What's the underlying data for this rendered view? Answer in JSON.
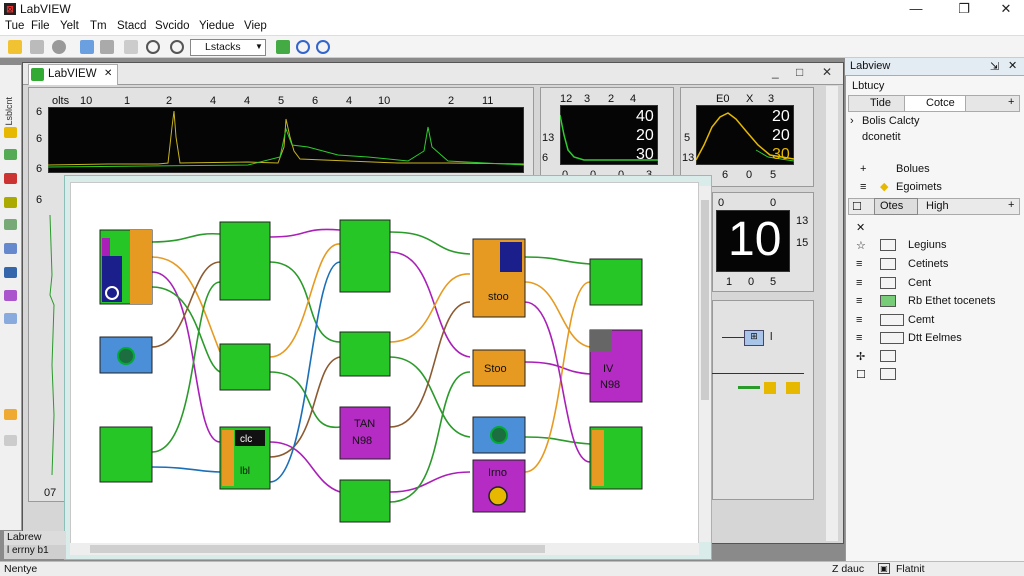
{
  "window": {
    "title": "LabVIEW",
    "minimize": "—",
    "maximize": "❐",
    "close": "✕"
  },
  "menu": [
    "Tue",
    "File",
    "Yelt",
    "Tm",
    "Stacd",
    "Svcido",
    "Yiedue",
    "Viep"
  ],
  "toolbar": {
    "dropdown_value": "Lstacks"
  },
  "vi": {
    "tab_label": "LabVIEW",
    "tab_close": "✕",
    "ctl_min": "_",
    "ctl_max": "□",
    "ctl_close": "✕"
  },
  "lefttools": {
    "label": "Lsblcnt"
  },
  "chart_main": {
    "top_labels": [
      "olts",
      "10",
      "1",
      "2",
      "4",
      "4",
      "5",
      "6",
      "4",
      "10",
      "2",
      "11"
    ],
    "y_labels": [
      "6",
      "6",
      "6",
      "6"
    ],
    "bottom_label": "07"
  },
  "chart_small1": {
    "top_labels": [
      "12",
      "3",
      "2",
      "4"
    ],
    "values": [
      "40",
      "20",
      "30"
    ],
    "y_labels": [
      "13",
      "6"
    ],
    "bottom_labels": [
      "0",
      "0",
      "0",
      "3"
    ]
  },
  "chart_small2": {
    "top_labels": [
      "E0",
      "X",
      "3"
    ],
    "values": [
      "20",
      "20",
      "30"
    ],
    "y_labels": [
      "5",
      "13"
    ],
    "bottom_labels": [
      "6",
      "0",
      "5"
    ]
  },
  "indicator": {
    "value": "10",
    "top_labels": [
      "0",
      "0"
    ],
    "side_labels": [
      "13",
      "15"
    ],
    "bottom_labels": [
      "1",
      "0",
      "5"
    ]
  },
  "front_misc": {
    "boolean_label": "l",
    "ctl_marker": "⊞"
  },
  "blockdiagram": {
    "node_labels": [
      "clc",
      "lbl",
      "TAN",
      "N98",
      "stoo",
      "Stoo",
      "IV",
      "N98",
      "Irno"
    ]
  },
  "rightpanel": {
    "title": "Labview",
    "subtitle": "Lbtucy",
    "tabs": [
      "Tide",
      "Cotce"
    ],
    "tree": [
      "Bolis Calcty",
      "dconetit",
      "Bolues",
      "Egoimets"
    ],
    "tabs2": [
      "Otes",
      "High"
    ],
    "items": [
      "Legiuns",
      "Cetinets",
      "Cent",
      "Rb Ethet tocenets",
      "Cemt",
      "Dtt Eelmes"
    ]
  },
  "workspace": {
    "bottom_label": "Labrew",
    "bottom_label2": "l errny b1"
  },
  "status": {
    "left": "Nentye",
    "zoom": "Z dauc",
    "right": "Flatnit"
  },
  "colors": {
    "accent": "#27c627",
    "orange": "#e69a21",
    "purple": "#a91fb8",
    "navy": "#1a1f8c",
    "wire_green": "#2a9a2a"
  }
}
